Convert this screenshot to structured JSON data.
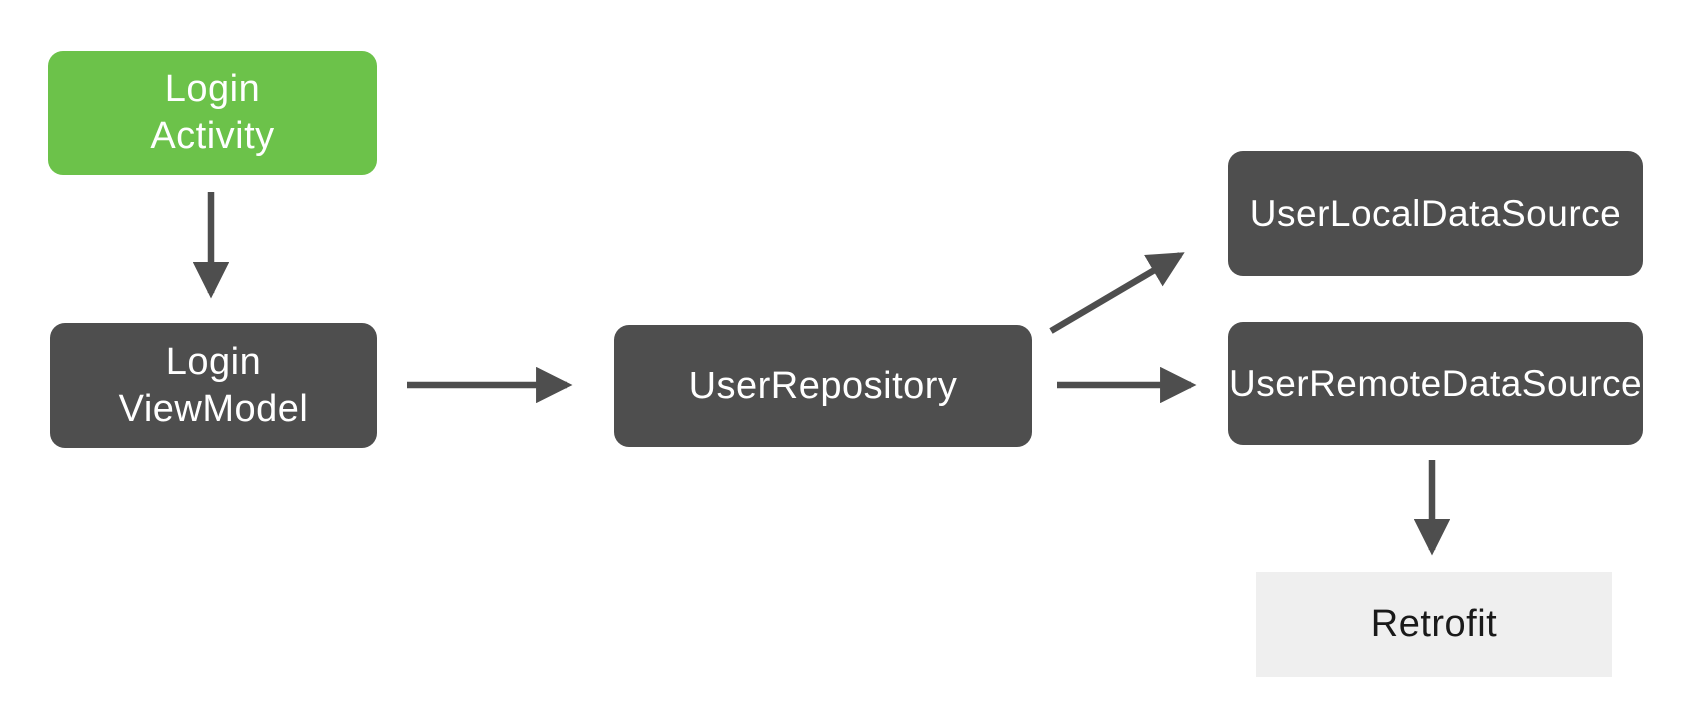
{
  "diagram": {
    "name": "login-architecture-diagram",
    "nodes": {
      "login_activity": {
        "id": "login-activity",
        "line1": "Login",
        "line2": "Activity",
        "style": "green"
      },
      "login_viewmodel": {
        "id": "login-viewmodel",
        "line1": "Login",
        "line2": "ViewModel",
        "style": "dark"
      },
      "user_repository": {
        "id": "user-repository",
        "label": "UserRepository",
        "style": "dark"
      },
      "user_local_data_source": {
        "id": "user-local-data-source",
        "label": "UserLocalDataSource",
        "style": "dark"
      },
      "user_remote_data_source": {
        "id": "user-remote-data-source",
        "label": "UserRemoteDataSource",
        "style": "dark"
      },
      "retrofit": {
        "id": "retrofit",
        "label": "Retrofit",
        "style": "light"
      }
    },
    "edges": [
      {
        "from": "login-activity",
        "to": "login-viewmodel",
        "direction": "down"
      },
      {
        "from": "login-viewmodel",
        "to": "user-repository",
        "direction": "right"
      },
      {
        "from": "user-repository",
        "to": "user-local-data-source",
        "direction": "up-right"
      },
      {
        "from": "user-repository",
        "to": "user-remote-data-source",
        "direction": "right"
      },
      {
        "from": "user-remote-data-source",
        "to": "retrofit",
        "direction": "down"
      }
    ]
  },
  "colors": {
    "node_green": "#6cc24a",
    "node_dark": "#4e4e4e",
    "node_light": "#efefef",
    "arrow": "#4e4e4e",
    "text_on_dark": "#ffffff",
    "text_on_light": "#1a1a1a",
    "background": "#ffffff"
  }
}
